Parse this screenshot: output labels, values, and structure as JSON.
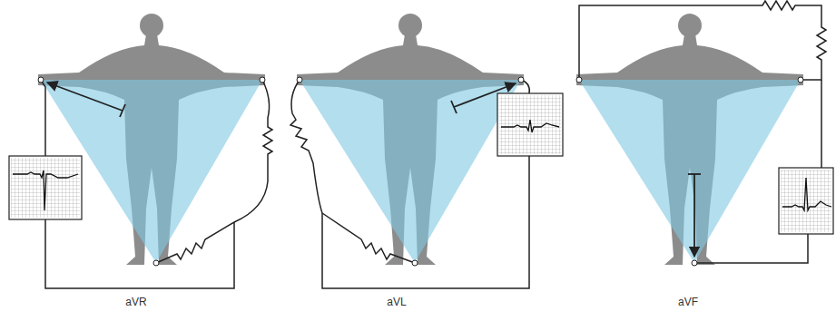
{
  "diagram": {
    "labels": [
      "aVR",
      "aVL",
      "aVF"
    ]
  }
}
